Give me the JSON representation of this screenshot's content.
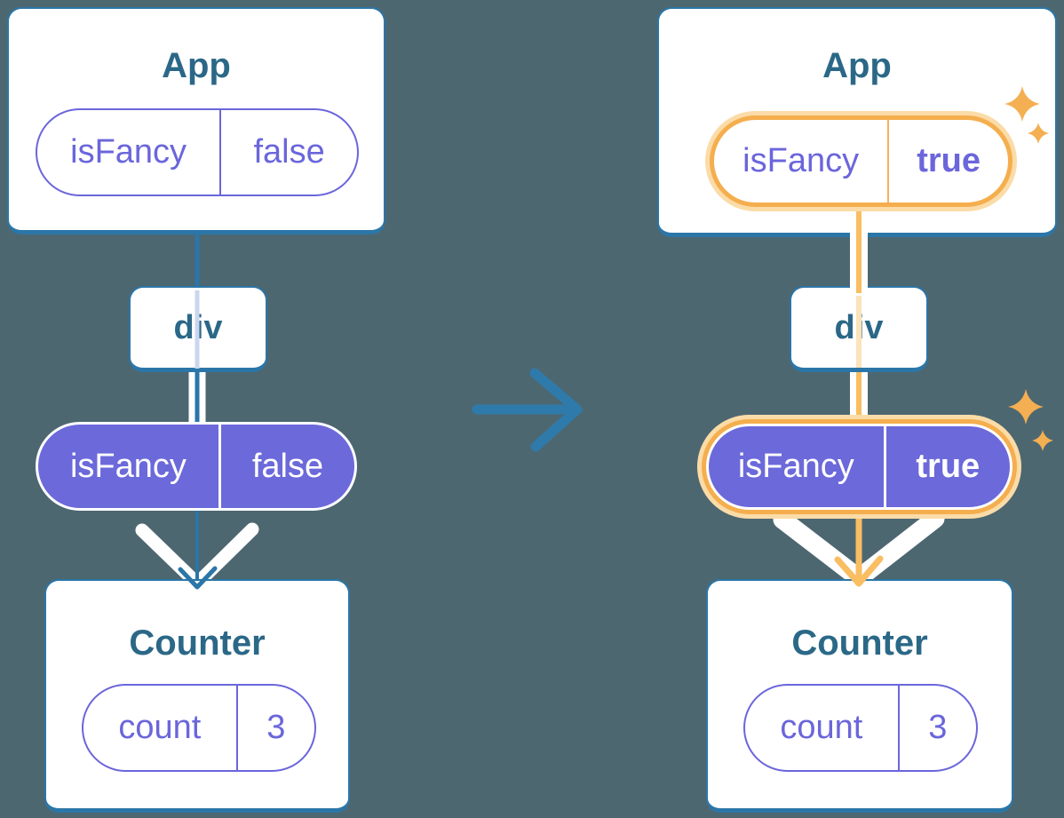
{
  "diagram": {
    "description": "React state update transition: isFancy prop flips from false to true and is passed down the component tree",
    "before": {
      "app": {
        "title": "App",
        "state": {
          "name": "isFancy",
          "value": "false"
        }
      },
      "container": {
        "label": "div"
      },
      "passed_prop": {
        "name": "isFancy",
        "value": "false"
      },
      "counter": {
        "title": "Counter",
        "state": {
          "name": "count",
          "value": "3"
        }
      }
    },
    "after": {
      "app": {
        "title": "App",
        "state": {
          "name": "isFancy",
          "value": "true"
        }
      },
      "container": {
        "label": "div"
      },
      "passed_prop": {
        "name": "isFancy",
        "value": "true"
      },
      "counter": {
        "title": "Counter",
        "state": {
          "name": "count",
          "value": "3"
        }
      }
    }
  },
  "icons": {
    "transition_arrow": "→",
    "sparkle": "✦",
    "flow_chevron": "v"
  },
  "colors": {
    "background": "#4D6771",
    "card_background": "#FFFFFF",
    "card_border_blue": "#2B76A8",
    "title_text": "#2B6887",
    "purple": "#6B66DB",
    "purple_fill": "#6C69DA",
    "highlight_orange_line": "#F9BD62",
    "highlight_orange_ring": "#F5AE4E",
    "highlight_orange_ring_soft": "#FBDCA8",
    "sparkle_orange": "#F4AF52",
    "pale_blue_line": "#CBD6EE",
    "pale_orange_line": "#FCE3BA",
    "transition_arrow_blue": "#2E7BAB",
    "white_flow_line": "#FFFFFF"
  }
}
